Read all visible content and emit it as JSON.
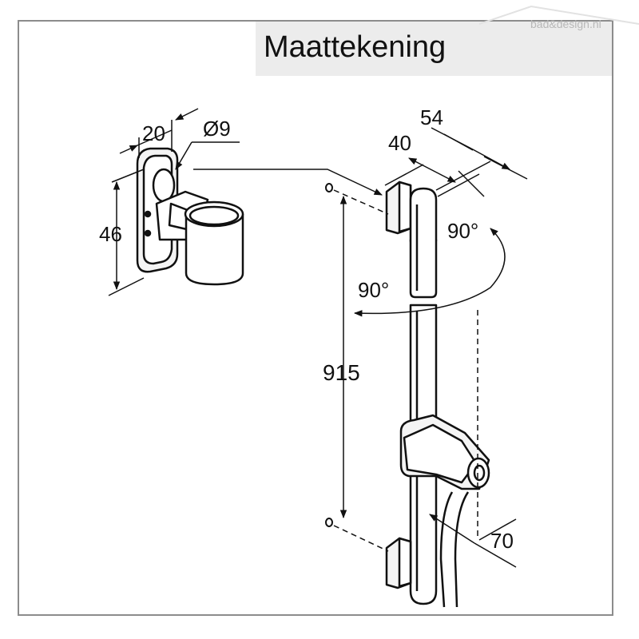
{
  "title": "Maattekening",
  "watermark": {
    "text": "bad&design.nl",
    "color": "#b8b8b8"
  },
  "colors": {
    "line": "#111111",
    "frame": "#8c8c8c",
    "title_bg": "#ececec"
  },
  "dimensions": {
    "bracket_depth": "20",
    "bracket_hole": "Ø9",
    "bracket_height": "46",
    "bar_depth_40": "40",
    "bar_width_54": "54",
    "rotation_top": "90°",
    "rotation_bottom": "90°",
    "mount_distance": "915",
    "slider_offset": "70"
  }
}
